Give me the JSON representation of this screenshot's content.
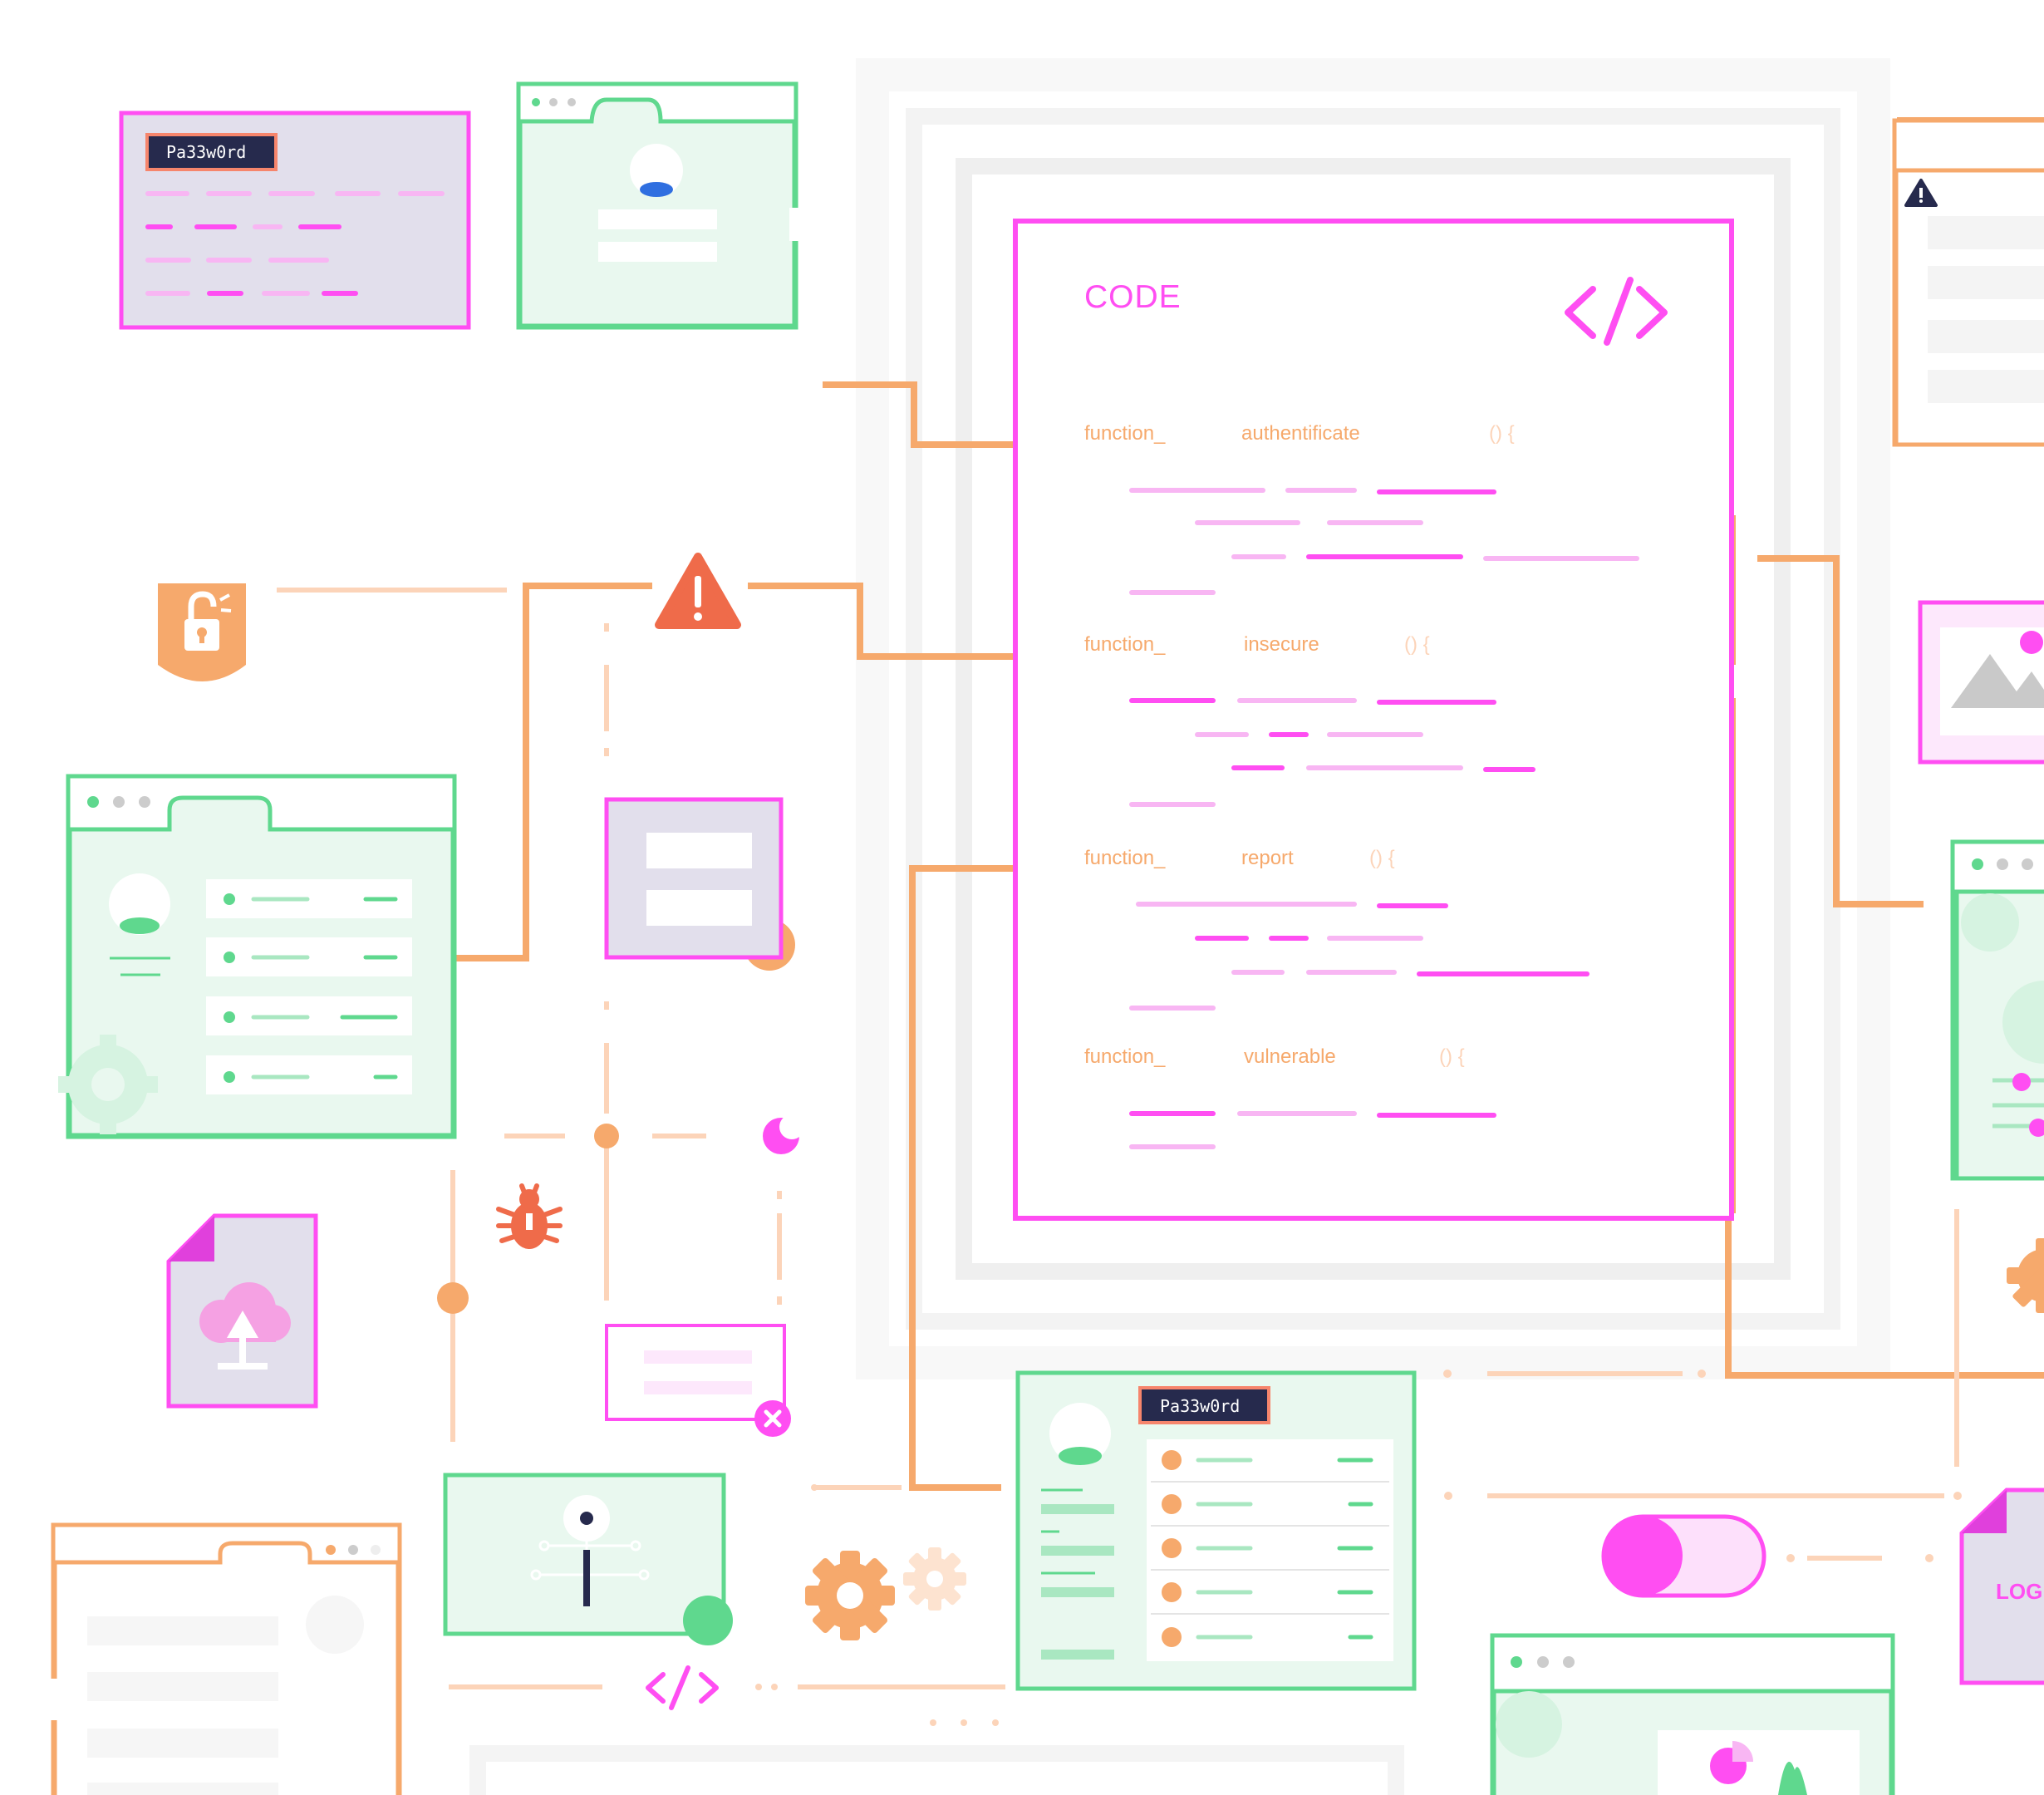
{
  "code_panel": {
    "title": "CODE",
    "icon": "code-brackets-icon",
    "functions": [
      {
        "keyword": "function_",
        "name": "authentificate",
        "parens": "() {"
      },
      {
        "keyword": "function_",
        "name": "insecure",
        "parens": "() {"
      },
      {
        "keyword": "function_",
        "name": "report",
        "parens": "() {"
      },
      {
        "keyword": "function_",
        "name": "vulnerable",
        "parens": "() {"
      }
    ]
  },
  "password_cards": {
    "top_left_label": "Pa33w0rd",
    "bottom_center_label": "Pa33w0rd"
  },
  "log_file": {
    "label": "LOG"
  },
  "icons": [
    "warning-icon",
    "unlocked-shield-icon",
    "bug-icon",
    "gear-icon",
    "cloud-upload-file-icon",
    "key-icon",
    "toggle-switch-icon",
    "image-icon",
    "code-brackets-icon"
  ],
  "colors": {
    "magenta": "#ff4ef2",
    "orange": "#f6a96c",
    "green": "#5fd88e",
    "light_green_fill": "#e9f8ef",
    "lavender_fill": "#e2dfec",
    "navy": "#262a4d",
    "warning_red": "#ef6b4a"
  }
}
